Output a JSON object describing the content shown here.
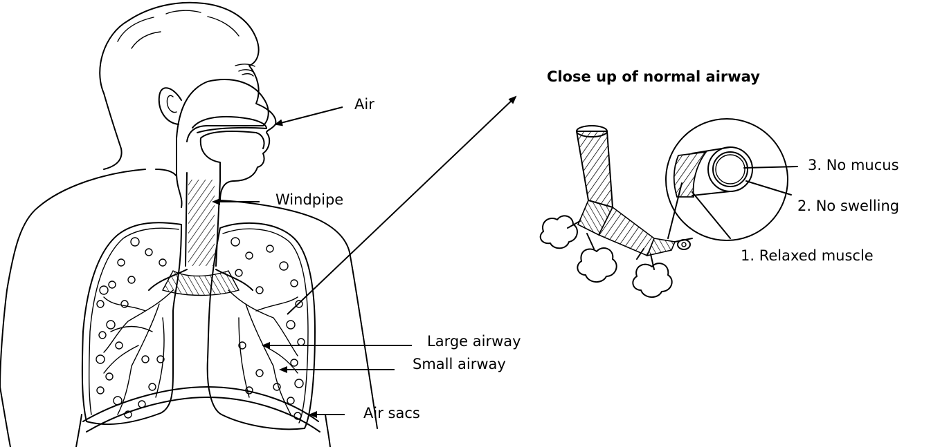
{
  "diagram": {
    "title": "Close up of normal airway",
    "body_labels": {
      "air": "Air",
      "windpipe": "Windpipe",
      "large_airway": "Large airway",
      "small_airway": "Small airway",
      "air_sacs": "Air sacs"
    },
    "closeup_labels": {
      "no_mucus": "3. No mucus",
      "no_swelling": "2. No swelling",
      "relaxed_muscle": "1. Relaxed muscle"
    }
  }
}
